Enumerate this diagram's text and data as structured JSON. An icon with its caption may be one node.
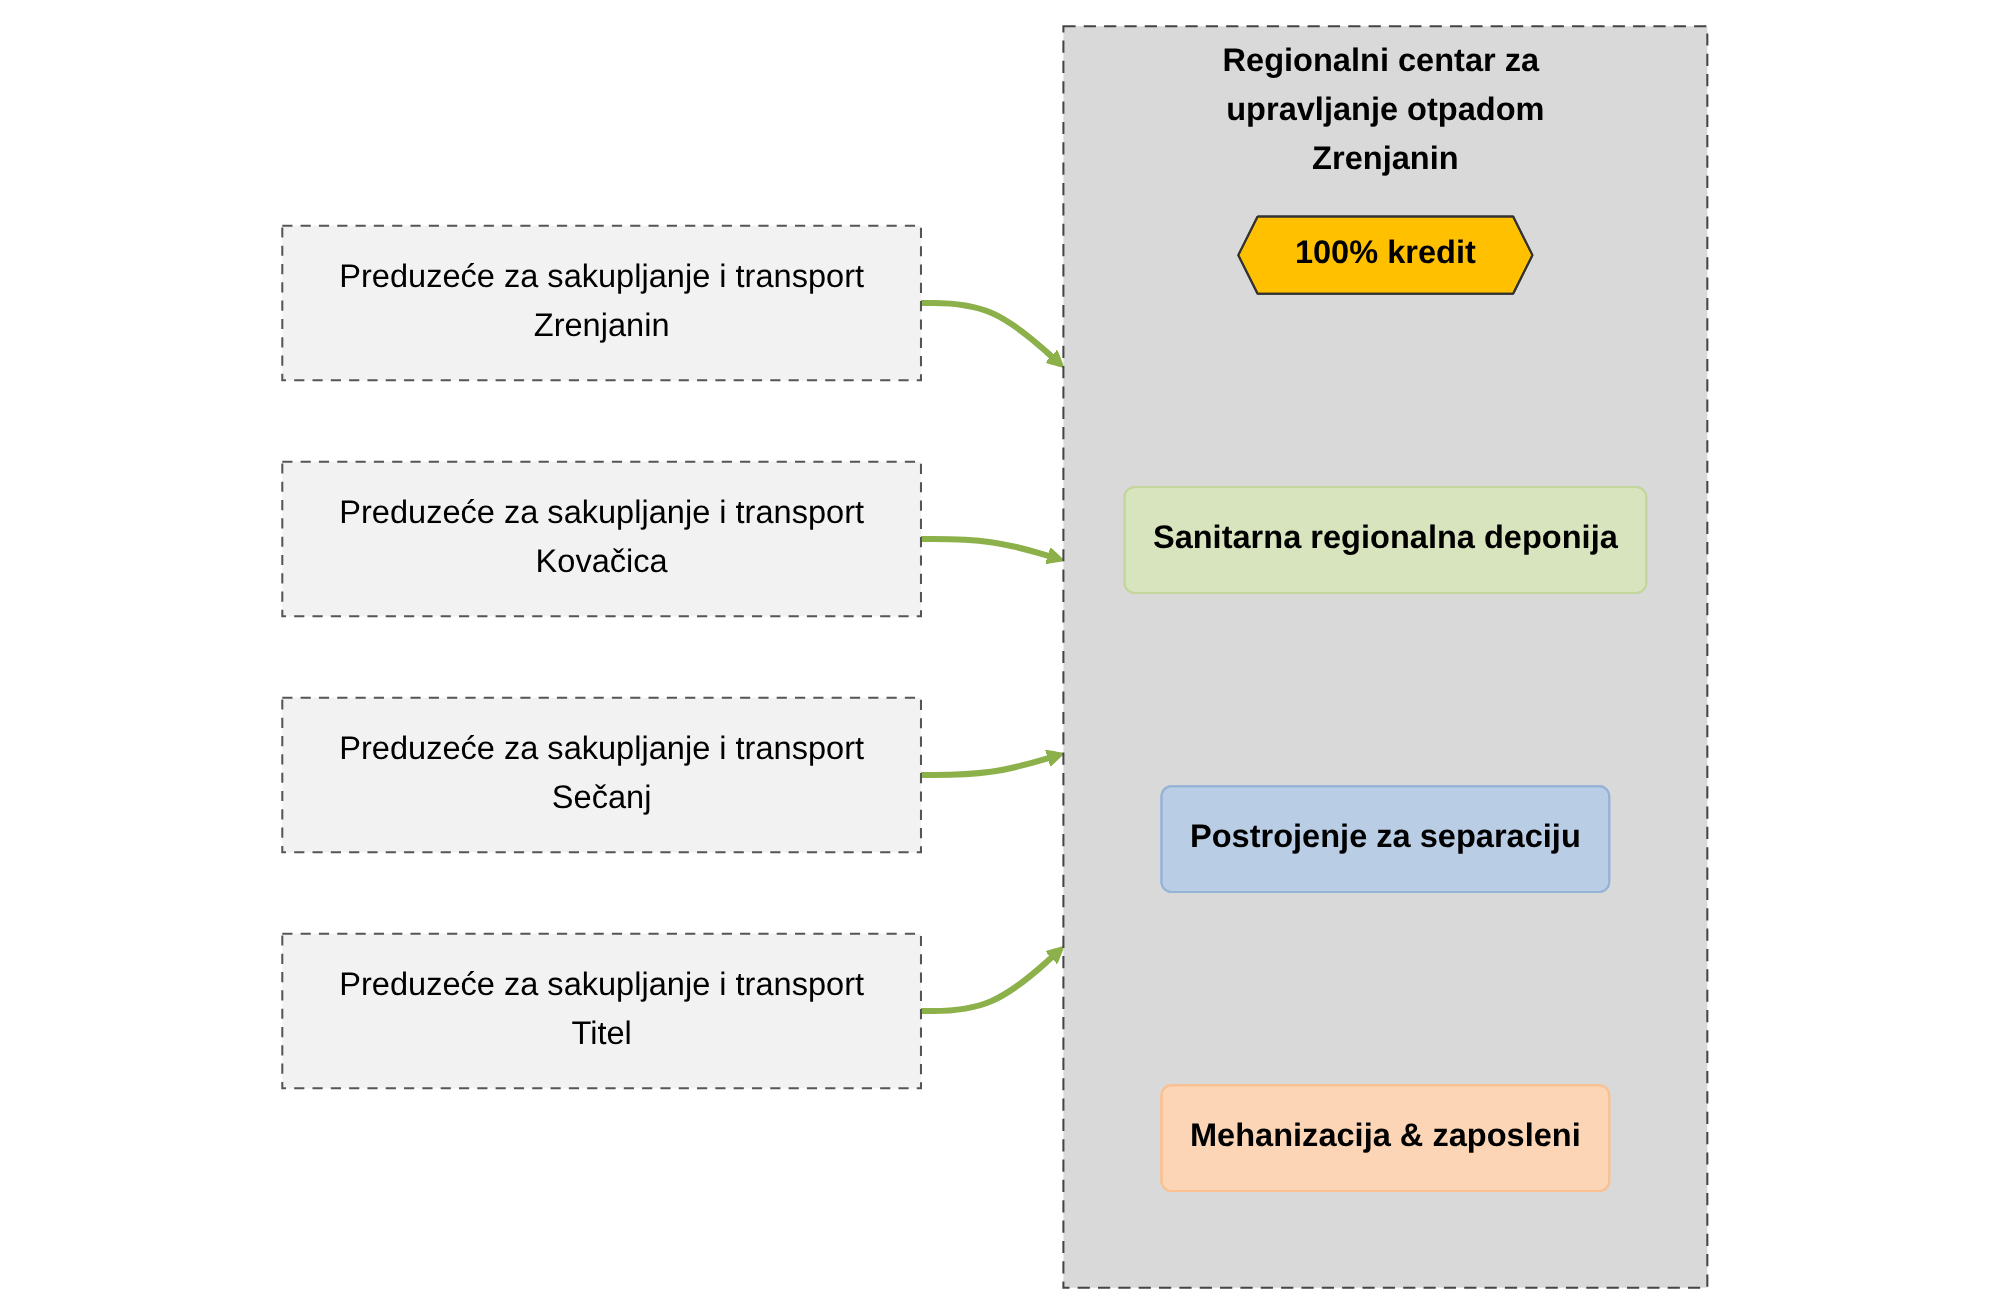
{
  "diagram": {
    "nodes": [
      {
        "text": [
          "Preduzeće za sakupljanje i transport",
          "Zrenjanin"
        ]
      },
      {
        "text": [
          "Preduzeće za sakupljanje i transport",
          "Kovačica"
        ]
      },
      {
        "text": [
          "Preduzeće za sakupljanje i transport",
          "Sečanj"
        ]
      },
      {
        "text": [
          "Preduzeće za sakupljanje i transport",
          "Titel"
        ]
      },
      {
        "text": [
          "Regionalni centar za upravljanje otpadom",
          "Zrenjanin"
        ]
      },
      {
        "text": [
          "100% kredit"
        ],
        "in": 4
      },
      {
        "text": [
          "Sanitarna regionalna deponija"
        ],
        "in": 4
      },
      {
        "text": [
          "Postrojenje za separaciju"
        ],
        "in": 4
      },
      {
        "text": [
          "Mehanizacija & zaposleni"
        ],
        "in": 4
      }
    ],
    "edges": [
      {
        "from": 0,
        "to": 4,
        "arrow": "to"
      },
      {
        "from": 1,
        "to": 4,
        "arrow": "to"
      },
      {
        "from": 2,
        "to": 4,
        "arrow": "to"
      },
      {
        "from": 3,
        "to": 4,
        "arrow": "to"
      }
    ]
  }
}
